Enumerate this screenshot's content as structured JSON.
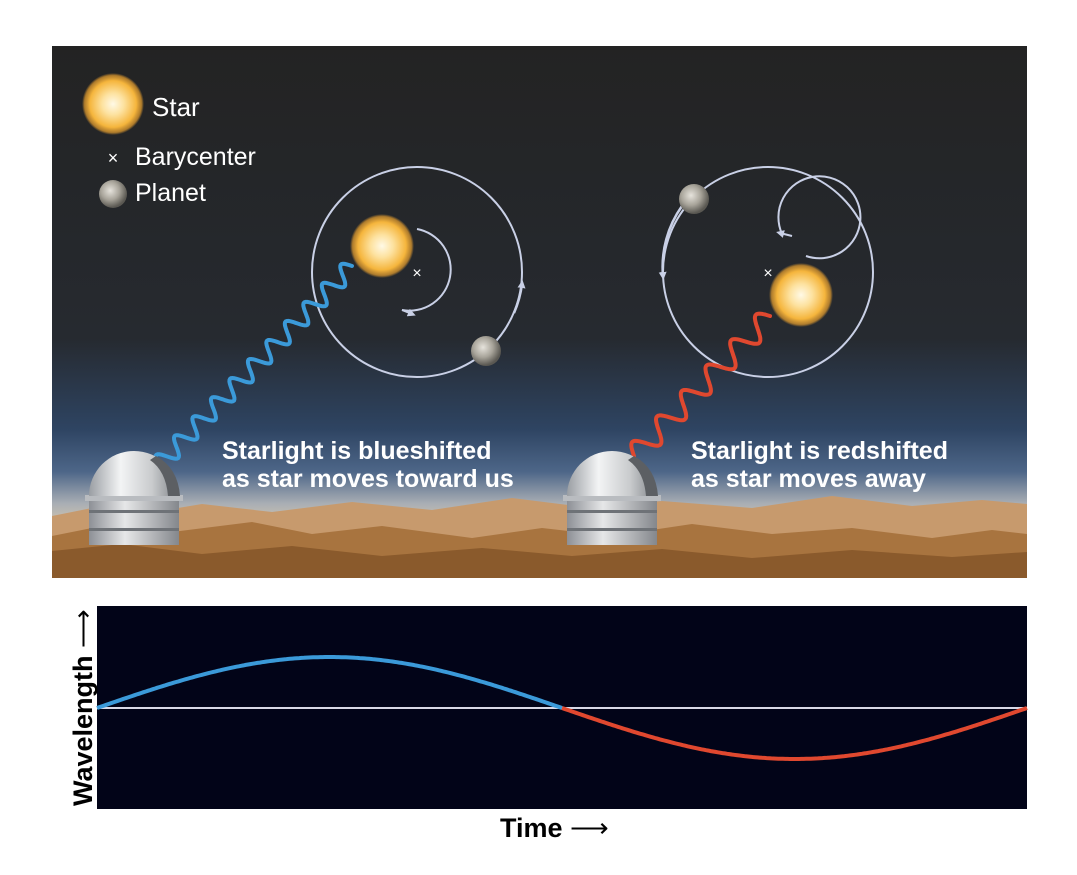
{
  "legend": {
    "star": "Star",
    "barycenter": "Barycenter",
    "planet": "Planet"
  },
  "scenes": [
    {
      "id": "approach",
      "caption_line1": "Starlight is blueshifted",
      "caption_line2": "as star moves toward us",
      "shift_color": "#3b9ad9"
    },
    {
      "id": "recede",
      "caption_line1": "Starlight is redshifted",
      "caption_line2": "as star moves away",
      "shift_color": "#e0482f"
    }
  ],
  "graph": {
    "x_label": "Time",
    "y_label": "Wavelength",
    "x_arrow": "⟶",
    "y_arrow": "⟶",
    "background": "#020418",
    "baseline_color": "#d9d9e6",
    "blue_color": "#3b9ad9",
    "red_color": "#e0482f"
  },
  "colors": {
    "sky_top": "#232323",
    "horizon": "#2f4866",
    "ground": "#8a5a2c",
    "orbit": "#c9d0e6",
    "star_core": "#fdf5d8",
    "star_edge": "#f3b030"
  }
}
